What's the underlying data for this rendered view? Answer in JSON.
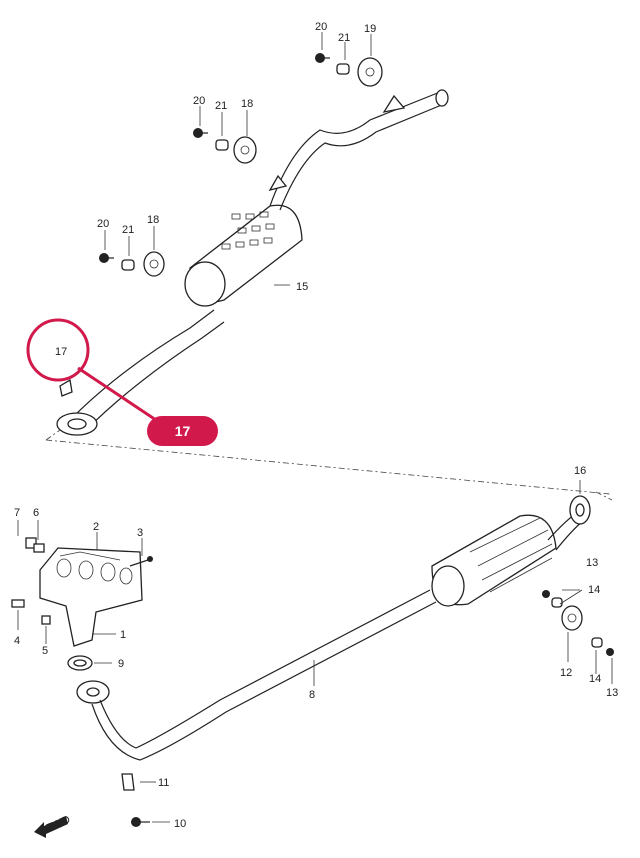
{
  "labels": {
    "l20a": "20",
    "l21a": "21",
    "l19": "19",
    "l20b": "20",
    "l21b": "21",
    "l18a": "18",
    "l20c": "20",
    "l21c": "21",
    "l18b": "18",
    "l15": "15",
    "l17": "17",
    "l16": "16",
    "l7": "7",
    "l6": "6",
    "l2": "2",
    "l3": "3",
    "l4": "4",
    "l5": "5",
    "l1": "1",
    "l9": "9",
    "l8": "8",
    "l13a": "13",
    "l14a": "14",
    "l12": "12",
    "l14b": "14",
    "l13b": "13",
    "l11": "11",
    "l10": "10"
  },
  "callout": {
    "label": "17",
    "color": "#d2194b"
  },
  "arrow": {
    "label": "FWD"
  }
}
